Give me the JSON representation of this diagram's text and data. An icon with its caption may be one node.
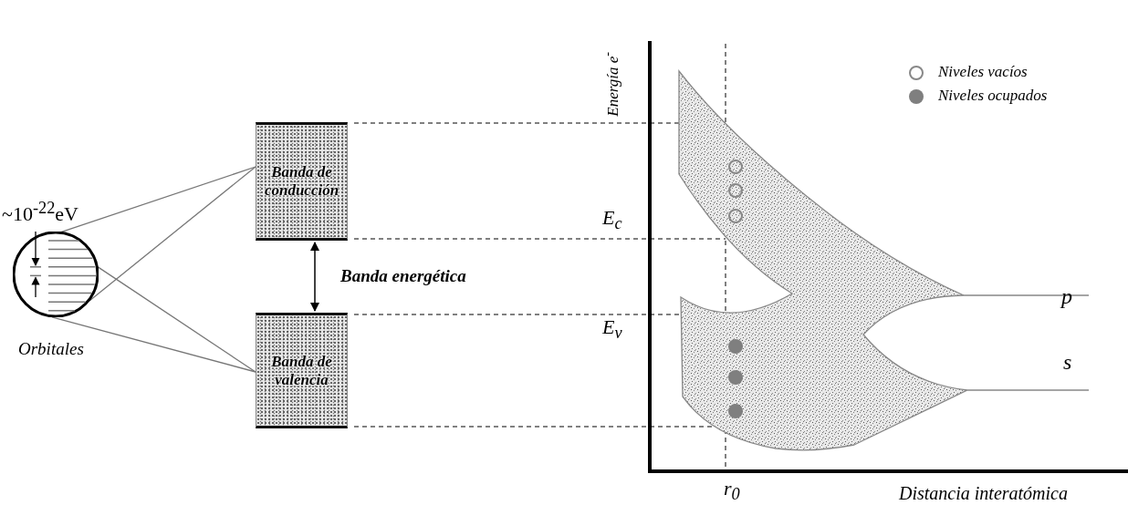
{
  "diagram": {
    "nodes": [
      {
        "text": [
          "Orbitales"
        ]
      },
      {
        "text": [
          "Banda de conducción"
        ]
      },
      {
        "text": [
          "Banda de valencia"
        ]
      }
    ],
    "edges": [
      {
        "from": 0,
        "to": 1,
        "arrow": "none"
      },
      {
        "from": 0,
        "to": 1,
        "arrow": "none"
      },
      {
        "from": 0,
        "to": 2,
        "arrow": "none"
      },
      {
        "from": 0,
        "to": 2,
        "arrow": "none"
      },
      {
        "from": 1,
        "to": 2,
        "arrow": "both",
        "label": "Banda energética",
        "color": "#000000"
      }
    ],
    "labels": [
      "~10$^{-22}$eV",
      "Energía e$^{-}$",
      "E$_{c}$",
      "E$_{v}$",
      "p",
      "s",
      "r$_{0}$",
      "Distancia interatómica"
    ],
    "legend": [
      {
        "text": "Niveles vacíos"
      },
      {
        "text": "Niveles ocupados",
        "color": "#7f7f7f"
      }
    ]
  }
}
